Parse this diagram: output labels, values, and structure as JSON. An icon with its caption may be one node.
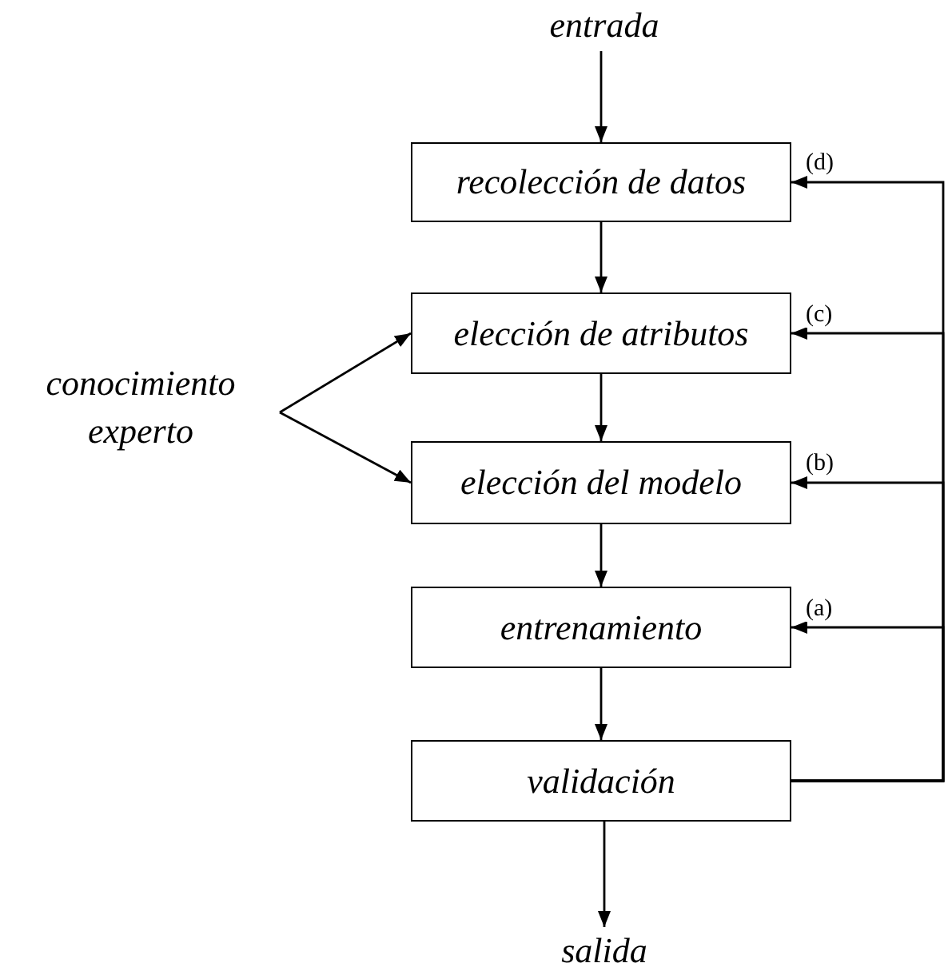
{
  "diagram": {
    "nodes": [
      {
        "text": [
          "entrada"
        ]
      },
      {
        "text": [
          "recolección de datos"
        ]
      },
      {
        "text": [
          "elección de atributos"
        ]
      },
      {
        "text": [
          "elección del modelo"
        ]
      },
      {
        "text": [
          "entrenamiento"
        ]
      },
      {
        "text": [
          "validación"
        ]
      },
      {
        "text": [
          "salida"
        ]
      },
      {
        "text": [
          "conocimiento experto"
        ]
      }
    ],
    "edges": [
      {
        "from": 0,
        "to": 1,
        "arrow": "to"
      },
      {
        "from": 1,
        "to": 2,
        "arrow": "to"
      },
      {
        "from": 2,
        "to": 3,
        "arrow": "to"
      },
      {
        "from": 3,
        "to": 4,
        "arrow": "to"
      },
      {
        "from": 4,
        "to": 5,
        "arrow": "to"
      },
      {
        "from": 5,
        "to": 6,
        "arrow": "to"
      },
      {
        "from": 7,
        "to": 2,
        "arrow": "to"
      },
      {
        "from": 7,
        "to": 3,
        "arrow": "to"
      },
      {
        "from": 5,
        "to": 4,
        "arrow": "to",
        "label": "(a)"
      },
      {
        "from": 5,
        "to": 3,
        "arrow": "to",
        "label": "(b)"
      },
      {
        "from": 5,
        "to": 2,
        "arrow": "to",
        "label": "(c)"
      },
      {
        "from": 5,
        "to": 1,
        "arrow": "to",
        "label": "(d)"
      }
    ]
  }
}
